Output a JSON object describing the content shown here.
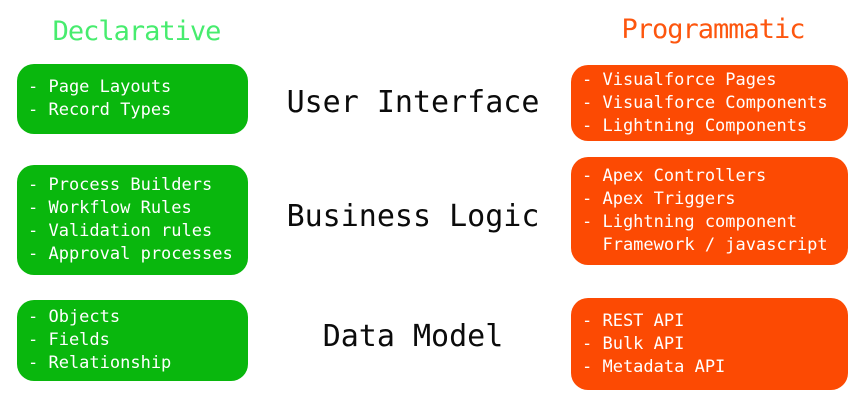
{
  "diagram": {
    "columns": {
      "declarative": {
        "title": "Declarative"
      },
      "programmatic": {
        "title": "Programmatic"
      }
    },
    "rows": [
      {
        "label": "User Interface",
        "declarative_items": [
          "- Page Layouts",
          "- Record Types"
        ],
        "programmatic_items": [
          "- Visualforce Pages",
          "- Visualforce Components",
          "- Lightning Components"
        ]
      },
      {
        "label": "Business Logic",
        "declarative_items": [
          "- Process Builders",
          "- Workflow Rules",
          "- Validation rules",
          "- Approval processes"
        ],
        "programmatic_items": [
          "- Apex Controllers",
          "- Apex Triggers",
          "- Lightning component",
          "  Framework / javascript"
        ]
      },
      {
        "label": "Data Model",
        "declarative_items": [
          "- Objects",
          "- Fields",
          "- Relationship"
        ],
        "programmatic_items": [
          "- REST API",
          "- Bulk API",
          "- Metadata API"
        ]
      }
    ]
  },
  "colors": {
    "background": "#ffffff",
    "declarative_title": "#47ec6e",
    "declarative_box": "#09b70d",
    "programmatic_title": "#fd560e",
    "programmatic_box": "#fc4a03",
    "box_text": "#ffffff",
    "heading_text": "#0b0b0b"
  }
}
